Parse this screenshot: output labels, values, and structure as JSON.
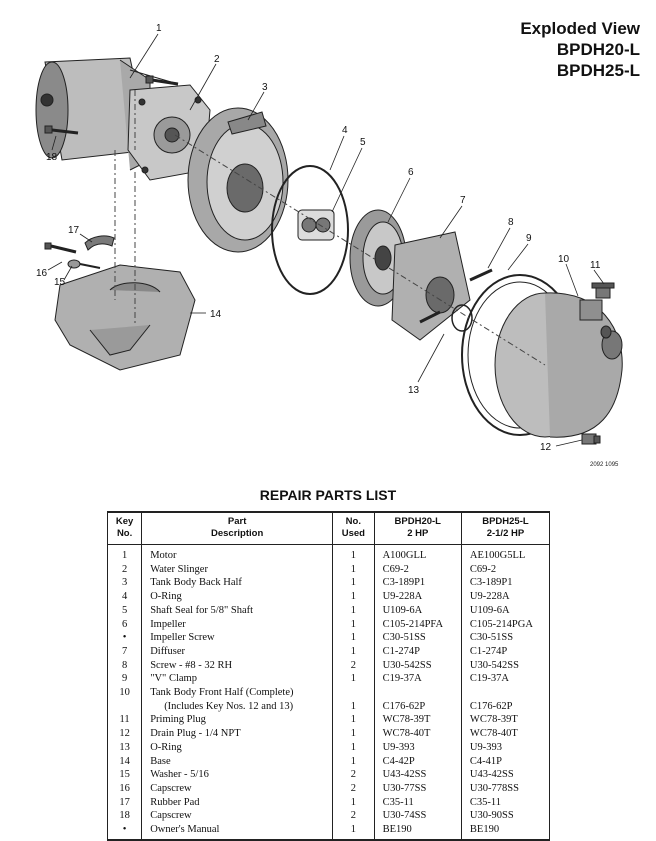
{
  "header": {
    "title": "Exploded View",
    "model1": "BPDH20-L",
    "model2": "BPDH25-L"
  },
  "diagram": {
    "callouts": [
      "1",
      "2",
      "3",
      "4",
      "5",
      "6",
      "7",
      "8",
      "9",
      "10",
      "11",
      "12",
      "13",
      "14",
      "15",
      "16",
      "17",
      "18"
    ],
    "drawing_code": "2092 1095"
  },
  "parts_list": {
    "title": "REPAIR PARTS LIST",
    "headers": {
      "key_line1": "Key",
      "key_line2": "No.",
      "part_line1": "Part",
      "part_line2": "Description",
      "used_line1": "No.",
      "used_line2": "Used",
      "m20_line1": "BPDH20-L",
      "m20_line2": "2 HP",
      "m25_line1": "BPDH25-L",
      "m25_line2": "2-1/2 HP"
    },
    "rows": [
      {
        "key": "1",
        "desc": "Motor",
        "used": "1",
        "p20": "A100GLL",
        "p25": "AE100G5LL"
      },
      {
        "key": "2",
        "desc": "Water Slinger",
        "used": "1",
        "p20": "C69-2",
        "p25": "C69-2"
      },
      {
        "key": "3",
        "desc": "Tank Body Back Half",
        "used": "1",
        "p20": "C3-189P1",
        "p25": "C3-189P1"
      },
      {
        "key": "4",
        "desc": "O-Ring",
        "used": "1",
        "p20": "U9-228A",
        "p25": "U9-228A"
      },
      {
        "key": "5",
        "desc": "Shaft Seal for 5/8\" Shaft",
        "used": "1",
        "p20": "U109-6A",
        "p25": "U109-6A"
      },
      {
        "key": "6",
        "desc": "Impeller",
        "used": "1",
        "p20": "C105-214PFA",
        "p25": "C105-214PGA"
      },
      {
        "key": "•",
        "desc": "Impeller Screw",
        "used": "1",
        "p20": "C30-51SS",
        "p25": "C30-51SS"
      },
      {
        "key": "7",
        "desc": "Diffuser",
        "used": "1",
        "p20": "C1-274P",
        "p25": "C1-274P"
      },
      {
        "key": "8",
        "desc": "Screw - #8 - 32 RH",
        "used": "2",
        "p20": "U30-542SS",
        "p25": "U30-542SS"
      },
      {
        "key": "9",
        "desc": "\"V\" Clamp",
        "used": "1",
        "p20": "C19-37A",
        "p25": "C19-37A"
      },
      {
        "key": "10",
        "desc": "Tank Body Front Half (Complete)",
        "used": "",
        "p20": "",
        "p25": ""
      },
      {
        "key": "",
        "desc": "(Includes Key Nos. 12 and 13)",
        "used": "1",
        "p20": "C176-62P",
        "p25": "C176-62P",
        "indent": true
      },
      {
        "key": "11",
        "desc": "Priming Plug",
        "used": "1",
        "p20": "WC78-39T",
        "p25": "WC78-39T"
      },
      {
        "key": "12",
        "desc": "Drain Plug - 1/4 NPT",
        "used": "1",
        "p20": "WC78-40T",
        "p25": "WC78-40T"
      },
      {
        "key": "13",
        "desc": "O-Ring",
        "used": "1",
        "p20": "U9-393",
        "p25": "U9-393"
      },
      {
        "key": "14",
        "desc": "Base",
        "used": "1",
        "p20": "C4-42P",
        "p25": "C4-41P"
      },
      {
        "key": "15",
        "desc": "Washer - 5/16",
        "used": "2",
        "p20": "U43-42SS",
        "p25": "U43-42SS"
      },
      {
        "key": "16",
        "desc": "Capscrew",
        "used": "2",
        "p20": "U30-77SS",
        "p25": "U30-778SS"
      },
      {
        "key": "17",
        "desc": "Rubber Pad",
        "used": "1",
        "p20": "C35-11",
        "p25": "C35-11"
      },
      {
        "key": "18",
        "desc": "Capscrew",
        "used": "2",
        "p20": "U30-74SS",
        "p25": "U30-90SS"
      },
      {
        "key": "•",
        "desc": "Owner's Manual",
        "used": "1",
        "p20": "BE190",
        "p25": "BE190"
      }
    ]
  }
}
